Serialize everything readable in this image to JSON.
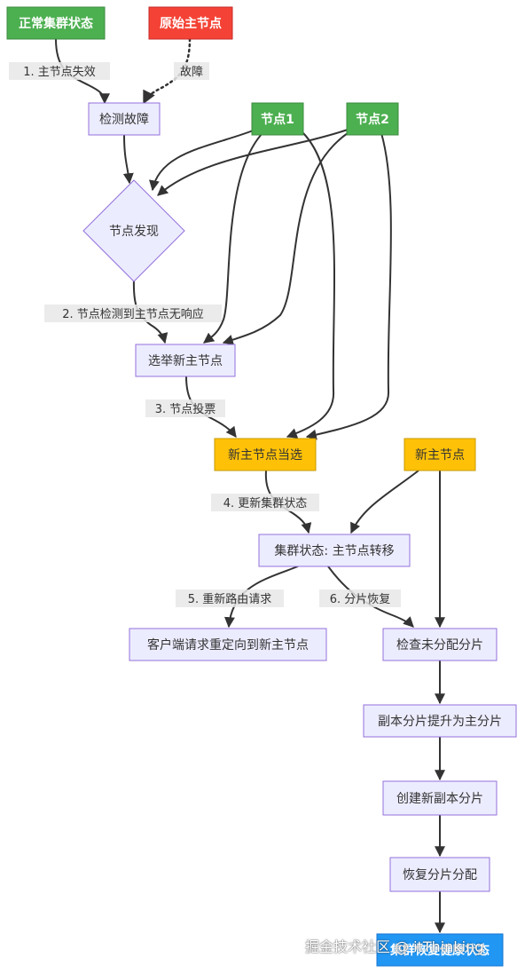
{
  "colors": {
    "green": "#4caf50",
    "red": "#f44336",
    "orange": "#ffc107",
    "lavender": "#ececff",
    "lavender_border": "#9370db",
    "blue": "#2196f3",
    "edge": "#333333"
  },
  "nodes": {
    "normal_state": "正常集群状态",
    "orig_master": "原始主节点",
    "detect_fault": "检测故障",
    "node1": "节点1",
    "node2": "节点2",
    "node_discovery": "节点发现",
    "elect_master": "选举新主节点",
    "new_master_elected": "新主节点当选",
    "new_master": "新主节点",
    "cluster_state": "集群状态: 主节点转移",
    "client_redirect": "客户端请求重定向到新主节点",
    "check_shards": "检查未分配分片",
    "promote_replica": "副本分片提升为主分片",
    "create_replica": "创建新副本分片",
    "restore_alloc": "恢复分片分配",
    "healthy_state": "集群恢复健康状态"
  },
  "edge_labels": {
    "master_fail": "1. 主节点失效",
    "fault": "故障",
    "detect_unresponsive": "2. 节点检测到主节点无响应",
    "vote": "3. 节点投票",
    "update_state": "4. 更新集群状态",
    "reroute": "5. 重新路由请求",
    "shard_recovery": "6. 分片恢复"
  },
  "watermark": "掘金技术社区 @ itThinking"
}
